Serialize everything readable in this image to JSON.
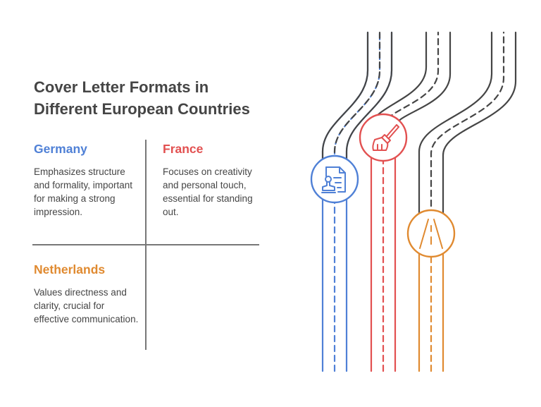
{
  "title": {
    "line1": "Cover Letter Formats in",
    "line2": "Different European Countries"
  },
  "sections": [
    {
      "heading": "Germany",
      "body": "Emphasizes structure and formality, important for making a strong impression.",
      "color": "#4f80d6",
      "icon": "document-stamp-icon"
    },
    {
      "heading": "France",
      "body": "Focuses on creativity and personal touch, essential for standing out.",
      "color": "#e25050",
      "icon": "paintbrush-icon"
    },
    {
      "heading": "Netherlands",
      "body": "Values directness and clarity, crucial for effective communication.",
      "color": "#e08a30",
      "icon": "road-perspective-icon"
    }
  ],
  "road_color": "#454545"
}
